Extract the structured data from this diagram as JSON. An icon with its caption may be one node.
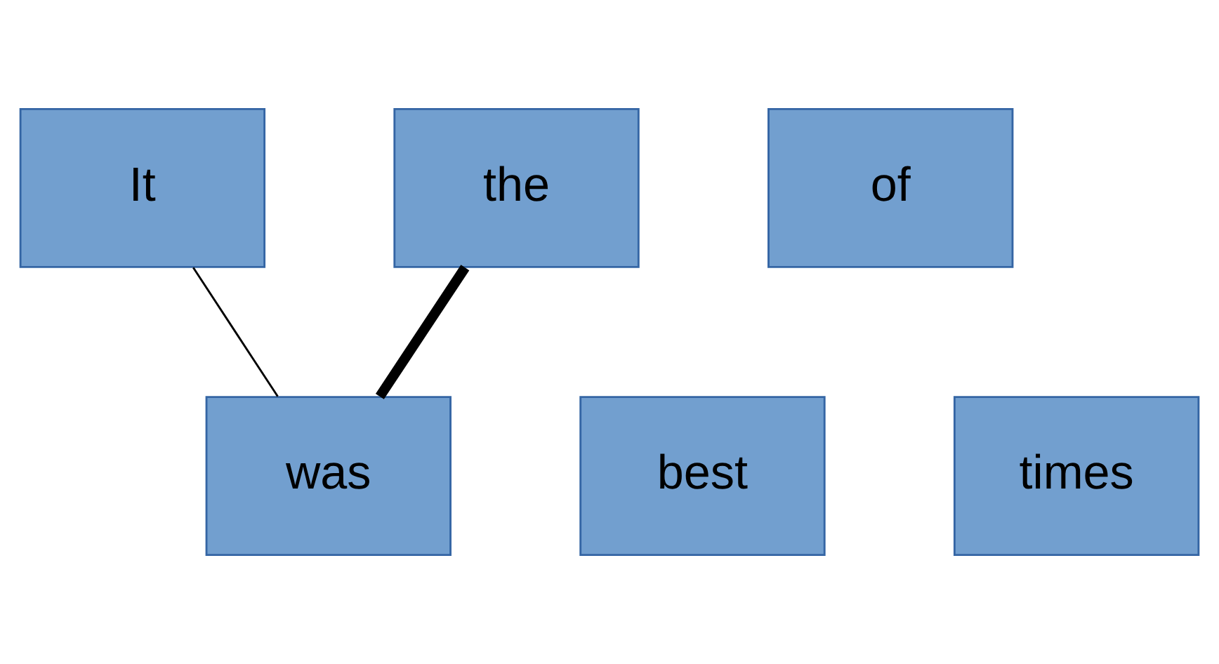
{
  "diagram": {
    "nodes": [
      {
        "text": [
          "It"
        ]
      },
      {
        "text": [
          "was"
        ]
      },
      {
        "text": [
          "the"
        ]
      },
      {
        "text": [
          "best"
        ]
      },
      {
        "text": [
          "of"
        ]
      },
      {
        "text": [
          "times"
        ]
      }
    ],
    "edges": [
      {
        "from": 0,
        "to": 1,
        "arrow": "none"
      },
      {
        "from": 1,
        "to": 2,
        "arrow": "none",
        "style": "thick"
      }
    ]
  }
}
